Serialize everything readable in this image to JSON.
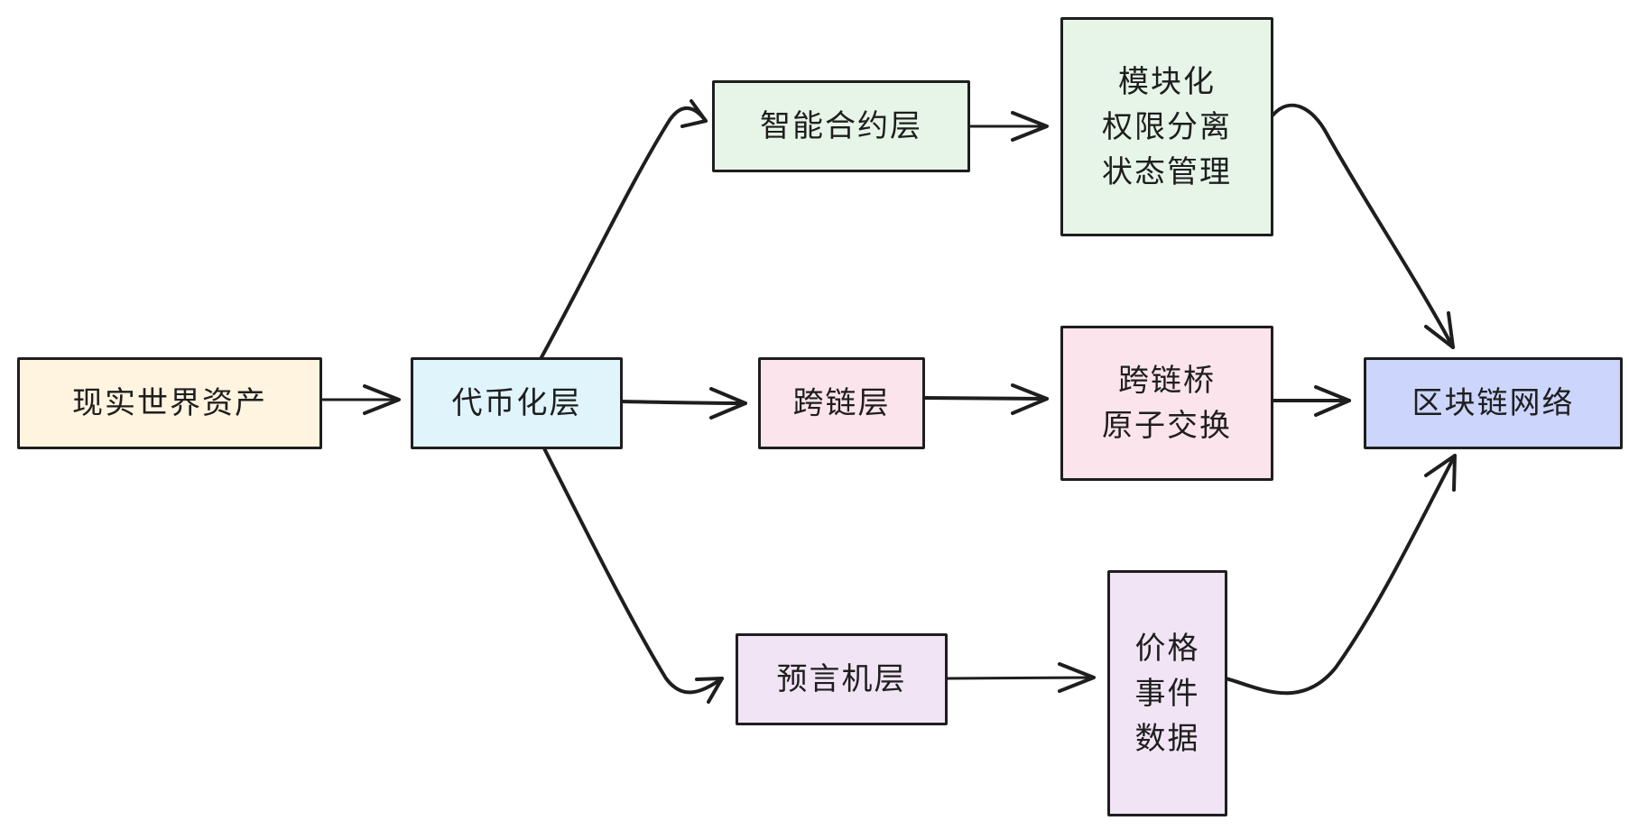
{
  "nodes": {
    "real_world_assets": {
      "label": "现实世界资产",
      "fill": "#fff4e0"
    },
    "tokenization_layer": {
      "label": "代币化层",
      "fill": "#e0f4fc"
    },
    "smart_contract_layer": {
      "label": "智能合约层",
      "fill": "#e6f5e8"
    },
    "smart_contract_features": {
      "lines": [
        "模块化",
        "权限分离",
        "状态管理"
      ],
      "fill": "#e6f5e8"
    },
    "cross_chain_layer": {
      "label": "跨链层",
      "fill": "#fce4ec"
    },
    "cross_chain_features": {
      "lines": [
        "跨链桥",
        "原子交换"
      ],
      "fill": "#fce4ec"
    },
    "oracle_layer": {
      "label": "预言机层",
      "fill": "#f1e4f5"
    },
    "oracle_features": {
      "lines": [
        "价格",
        "事件",
        "数据"
      ],
      "fill": "#f1e4f5"
    },
    "blockchain_network": {
      "label": "区块链网络",
      "fill": "#ccd5fc"
    }
  },
  "edges": [
    {
      "from": "real_world_assets",
      "to": "tokenization_layer"
    },
    {
      "from": "tokenization_layer",
      "to": "smart_contract_layer"
    },
    {
      "from": "tokenization_layer",
      "to": "cross_chain_layer"
    },
    {
      "from": "tokenization_layer",
      "to": "oracle_layer"
    },
    {
      "from": "smart_contract_layer",
      "to": "smart_contract_features"
    },
    {
      "from": "cross_chain_layer",
      "to": "cross_chain_features"
    },
    {
      "from": "oracle_layer",
      "to": "oracle_features"
    },
    {
      "from": "smart_contract_features",
      "to": "blockchain_network"
    },
    {
      "from": "cross_chain_features",
      "to": "blockchain_network"
    },
    {
      "from": "oracle_features",
      "to": "blockchain_network"
    }
  ]
}
